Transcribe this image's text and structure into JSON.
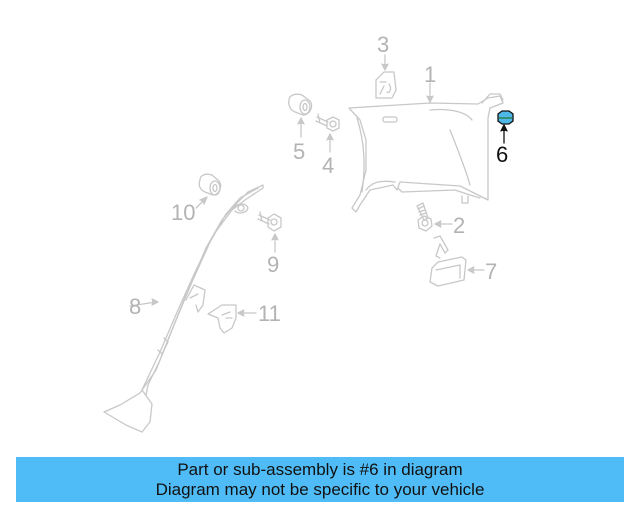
{
  "diagram": {
    "highlighted_part": "6",
    "highlight_color": "#4fb8e8",
    "line_color": "#c8c8c8",
    "callouts": [
      {
        "number": "1",
        "part": "quarter-trim-panel"
      },
      {
        "number": "2",
        "part": "screw"
      },
      {
        "number": "3",
        "part": "clip-bracket"
      },
      {
        "number": "4",
        "part": "bolt"
      },
      {
        "number": "5",
        "part": "bushing"
      },
      {
        "number": "6",
        "part": "clip"
      },
      {
        "number": "7",
        "part": "lamp-housing"
      },
      {
        "number": "8",
        "part": "pillar-trim"
      },
      {
        "number": "9",
        "part": "bolt"
      },
      {
        "number": "10",
        "part": "bushing"
      },
      {
        "number": "11",
        "part": "bracket"
      }
    ]
  },
  "banner": {
    "line1": "Part or sub-assembly is #6 in diagram",
    "line2": "Diagram may not be specific to your vehicle",
    "background": "#4fbcf7"
  }
}
